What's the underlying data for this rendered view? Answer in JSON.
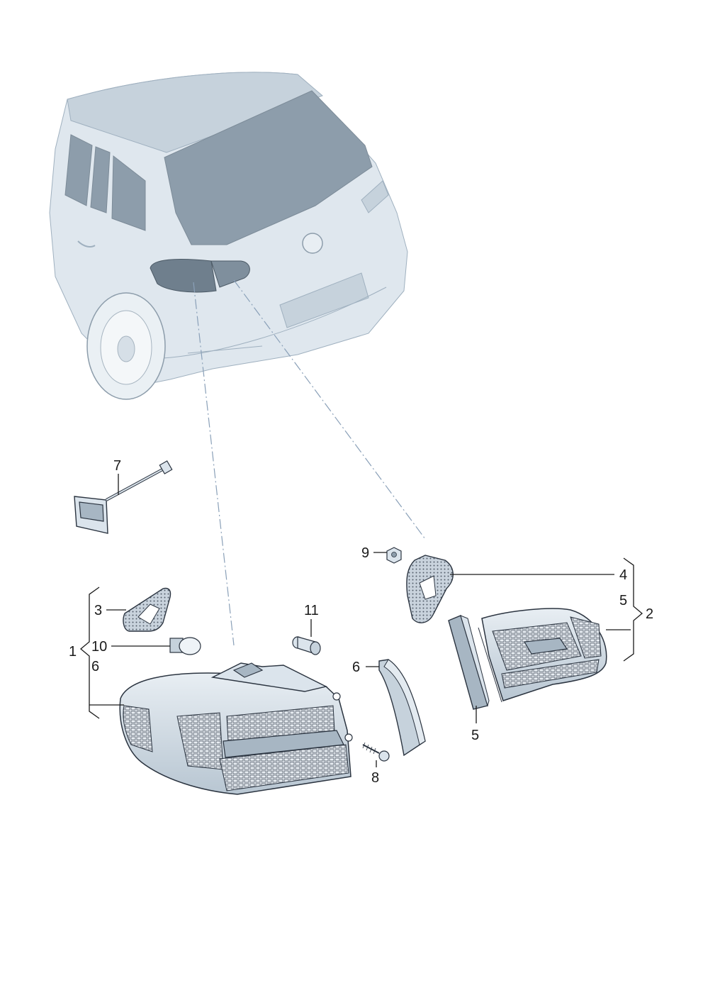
{
  "diagram": {
    "callouts": {
      "c1": "1",
      "c2": "2",
      "c3": "3",
      "c4": "4",
      "c5a": "5",
      "c5b": "5",
      "c6a": "6",
      "c6b": "6",
      "c7": "7",
      "c8": "8",
      "c9": "9",
      "c10": "10",
      "c11": "11"
    }
  }
}
